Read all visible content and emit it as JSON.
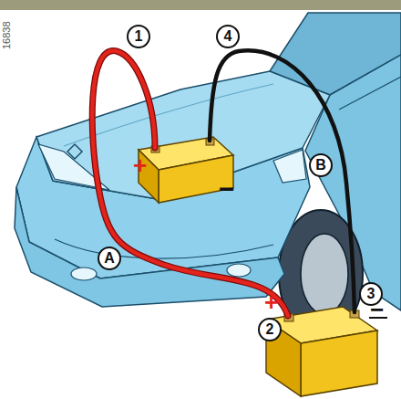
{
  "diagram": {
    "nodes": [
      {
        "text": [
          "1"
        ]
      },
      {
        "text": [
          "4"
        ]
      },
      {
        "text": [
          "B"
        ]
      },
      {
        "text": [
          "A"
        ]
      },
      {
        "text": [
          "2"
        ]
      },
      {
        "text": [
          "3"
        ]
      }
    ],
    "labels": [
      "16838",
      "+",
      "−",
      "+",
      "−"
    ]
  }
}
